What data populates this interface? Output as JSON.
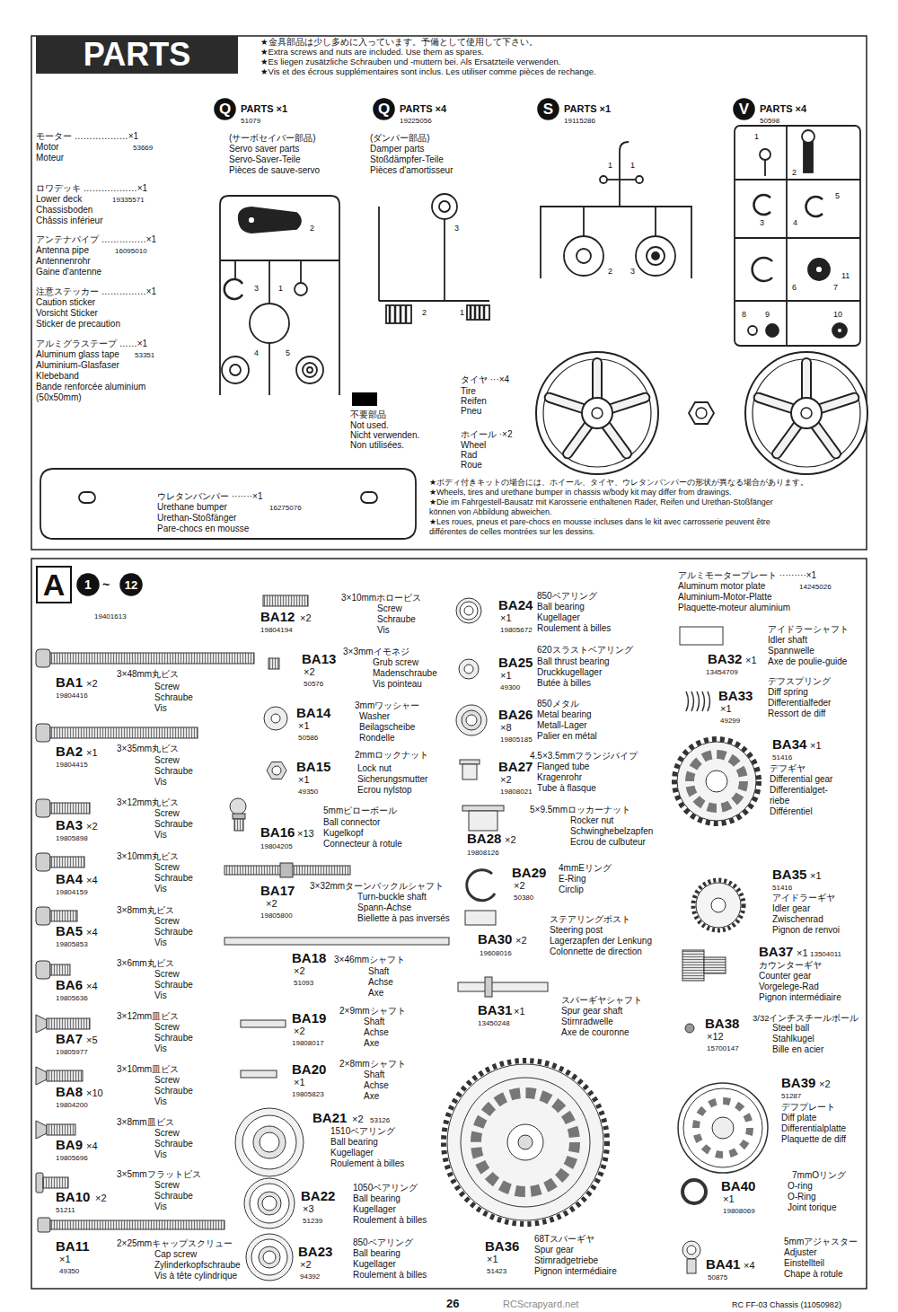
{
  "diagram": {
    "nodes": [
      {
        "text": [
          "PARTS"
        ]
      },
      {
        "text": [
          "Q"
        ]
      },
      {
        "text": [
          "Q"
        ]
      },
      {
        "text": [
          "S"
        ]
      },
      {
        "text": [
          "V"
        ]
      },
      {
        "text": [
          "A"
        ]
      },
      {
        "text": [
          "1"
        ]
      },
      {
        "text": [
          "12"
        ]
      }
    ],
    "labels": [
      "★金具部品は少し多めに入っています。予備として使用して下さい。",
      "★Extra screws and nuts are included. Use them as spares.",
      "★Es liegen zusätzliche Schrauben und -muttern bei. Als Ersatzteile verwenden.",
      "★Vis et des écrous supplémentaires sont inclus. Les utiliser comme pièces de rechange.",
      "モーター ………………×1",
      "Motor",
      "Moteur",
      "53669",
      "ロワデッキ ………………×1",
      "Lower deck",
      "Chassisboden",
      "Châssis inférieur",
      "19335571",
      "アンテナパイプ ……………×1",
      "Antenna pipe",
      "Antennenrohr",
      "Gaine d'antenne",
      "16095010",
      "注意ステッカー ……………×1",
      "Caution sticker",
      "Vorsicht Sticker",
      "Sticker de precaution",
      "アルミグラステープ ……×1",
      "Aluminum glass tape",
      "Aluminium-Glasfaser",
      "Klebeband",
      "Bande renforcée aluminium",
      "(50x50mm)",
      "53351",
      "PARTS ×1",
      "51079",
      "(サーボセイバー部品)",
      "Servo saver parts",
      "Servo-Saver-Teile",
      "Pièces de sauve-servo",
      "2",
      "3",
      "1",
      "4",
      "5",
      "PARTS ×4",
      "19225056",
      "(ダンパー部品)",
      "Damper parts",
      "Stoßdämpfer-Teile",
      "Pièces d'amortisseur",
      "3",
      "2",
      "1",
      "Not used.",
      "Nicht verwenden.",
      "Non utilisées.",
      "PARTS ×1",
      "19115286",
      "1",
      "1",
      "2",
      "3",
      "PARTS ×4",
      "50598",
      "1",
      "2",
      "3",
      "4",
      "5",
      "6",
      "7",
      "11",
      "8",
      "9",
      "10",
      "タイヤ ···×4",
      "Tire",
      "Reifen",
      "Pneu",
      "ホイール ·×2",
      "Wheel",
      "Rad",
      "Roue",
      "★ボディ付きキットの場合には、ホイール、タイヤ、ウレタンバンパーの形状が異なる場合があります。",
      "★Wheels, tires and urethane bumper in chassis w/body kit may differ from drawings.",
      "★Die im Fahrgestell-Bausatz mit Karosserie enthaltenen Räder, Reifen und Urethan-Stoßfänger",
      "können von Abbildung abweichen.",
      "★Les roues, pneus et pare-chocs en mousse incluses dans le kit avec carrosserie peuvent être",
      "différentes de celles montrées sur les dessins.",
      "ウレタンバンパー ·······×1",
      "Urethane bumper",
      "Urethan-Stoßfänger",
      "Pare-chocs en mousse",
      "16275076",
      "~",
      "19401613",
      "BA1",
      "×2",
      "19804416",
      "3×48mm丸ビス",
      "Screw",
      "Schraube",
      "Vis",
      "BA2",
      "×1",
      "19804415",
      "3×35mm丸ビス",
      "Screw",
      "Schraube",
      "Vis",
      "BA3",
      "×2",
      "19805898",
      "3×12mm丸ビス",
      "Screw",
      "Schraube",
      "Vis",
      "BA4",
      "×4",
      "19804159",
      "3×10mm丸ビス",
      "Screw",
      "Schraube",
      "Vis",
      "BA5",
      "×4",
      "19805853",
      "3×8mm丸ビス",
      "Screw",
      "Schraube",
      "Vis",
      "BA6",
      "×4",
      "19805636",
      "3×6mm丸ビス",
      "Screw",
      "Schraube",
      "Vis",
      "BA7",
      "×5",
      "19805977",
      "3×12mm皿ビス",
      "Screw",
      "Schraube",
      "Vis",
      "BA8",
      "×10",
      "19804200",
      "3×10mm皿ビス",
      "Screw",
      "Schraube",
      "Vis",
      "BA9",
      "×4",
      "19805696",
      "3×8mm皿ビス",
      "Screw",
      "Schraube",
      "Vis",
      "BA10",
      "×2",
      "51211",
      "3×5mmフラットビス",
      "Screw",
      "Schraube",
      "Vis",
      "BA11",
      "×1",
      "49350",
      "2×25mmキャップスクリュー",
      "Cap screw",
      "Zylinderkopfschraube",
      "Vis à tête cylindrique",
      "BA12",
      "×2",
      "19804194",
      "3×10mmホロービス",
      "Screw",
      "Schraube",
      "Vis",
      "BA13",
      "×2",
      "50576",
      "3×3mmイモネジ",
      "Grub screw",
      "Madenschraube",
      "Vis pointeau",
      "BA14",
      "×1",
      "50586",
      "3mmワッシャー",
      "Washer",
      "Beilagscheibe",
      "Rondelle",
      "BA15",
      "×1",
      "49350",
      "2mmロックナット",
      "Lock nut",
      "Sicherungsmutter",
      "Ecrou nylstop",
      "BA16",
      "×13",
      "19804205",
      "5mmピローボール",
      "Ball connector",
      "Kugelkopf",
      "Connecteur à rotule",
      "BA17",
      "×2",
      "19805800",
      "3×32mmターンバックルシャフト",
      "Turn-buckle shaft",
      "Spann-Achse",
      "Biellette à pas inversés",
      "BA18",
      "×2",
      "51093",
      "3×46mmシャフト",
      "Shaft",
      "Achse",
      "Axe",
      "BA19",
      "×2",
      "19808017",
      "2×9mmシャフト",
      "Shaft",
      "Achse",
      "Axe",
      "BA20",
      "×1",
      "19805823",
      "2×8mmシャフト",
      "Shaft",
      "Achse",
      "Axe",
      "BA21",
      "×2",
      "53126",
      "1510ベアリング",
      "Ball bearing",
      "Kugellager",
      "Roulement à billes",
      "BA22",
      "×3",
      "51239",
      "1050ベアリング",
      "Ball bearing",
      "Kugellager",
      "Roulement à billes",
      "BA23",
      "×2",
      "94392",
      "850ベアリング",
      "Ball bearing",
      "Kugellager",
      "Roulement à billes",
      "BA24",
      "×1",
      "19805672",
      "850ベアリング",
      "Ball bearing",
      "Kugellager",
      "Roulement à billes",
      "BA25",
      "×1",
      "49300",
      "620スラストベアリング",
      "Ball thrust bearing",
      "Druckkugellager",
      "Butée à billes",
      "BA26",
      "×8",
      "19805185",
      "850メタル",
      "Metal bearing",
      "Metall-Lager",
      "Palier en métal",
      "BA27",
      "×2",
      "19808021",
      "4.5×3.5mmフランジパイプ",
      "Flanged tube",
      "Kragenrohr",
      "Tube à flasque",
      "BA28",
      "×2",
      "19808126",
      "5×9.5mmロッカーナット",
      "Rocker nut",
      "Schwinghebelzapfen",
      "Ecrou de culbuteur",
      "BA29",
      "×2",
      "50380",
      "4mmEリング",
      "E-Ring",
      "Circlip",
      "BA30",
      "×2",
      "19608016",
      "ステアリングポスト",
      "Steering post",
      "Lagerzapfen der Lenkung",
      "Colonnette de direction",
      "BA31",
      "×1",
      "13450248",
      "スパーギヤシャフト",
      "Spur gear shaft",
      "Stirnradwelle",
      "Axe de couronne",
      "BA36",
      "×1",
      "51423",
      "68Tスパーギヤ",
      "Spur gear",
      "Stirnradgetriebe",
      "Pignon intermédiaire",
      "アルミモータープレート ·········×1",
      "Aluminum motor plate",
      "Aluminium-Motor-Platte",
      "Plaquette-moteur aluminium",
      "14245026",
      "BA32",
      "×1",
      "13454709",
      "アイドラーシャフト",
      "Idler shaft",
      "Spannwelle",
      "Axe de poulie-guide",
      "BA33",
      "×1",
      "49299",
      "デフスプリング",
      "Diff spring",
      "Differentialfeder",
      "Ressort de diff",
      "BA34",
      "×1",
      "51416",
      "デフギヤ",
      "Differential gear",
      "Differentialget-",
      "riebe",
      "Différentiel",
      "BA35",
      "×1",
      "51416",
      "アイドラーギヤ",
      "Idler gear",
      "Zwischenrad",
      "Pignon de renvoi",
      "BA37",
      "×1",
      "13504011",
      "カウンターギヤ",
      "Counter gear",
      "Vorgelege-Rad",
      "Pignon intermédiaire",
      "BA38",
      "×12",
      "15700147",
      "3/32インチスチールボール",
      "Steel ball",
      "Stahlkugel",
      "Bille en acier",
      "BA39",
      "×2",
      "51287",
      "デフプレート",
      "Diff plate",
      "Differentialplatte",
      "Plaquette de diff",
      "BA40",
      "×1",
      "19808069",
      "7mmOリング",
      "O-ring",
      "O-Ring",
      "Joint torique",
      "BA41",
      "×4",
      "50875",
      "5mmアジャスター",
      "Adjuster",
      "Einstellteil",
      "Chape à rotule",
      "26",
      "RCScrapyard.net",
      "RC FF-03 Chassis (11050982)"
    ],
    "legend": [
      {
        "text": "不要部品",
        "color": "#000000"
      }
    ]
  }
}
